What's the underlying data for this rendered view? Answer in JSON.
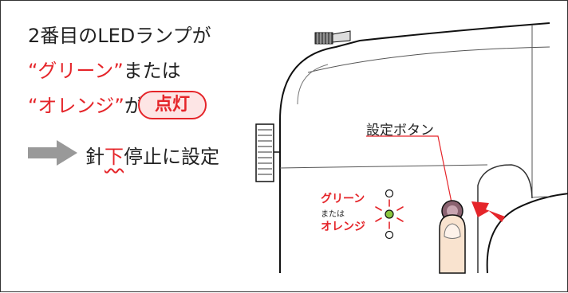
{
  "instruction": {
    "line1": "2番目のLEDランプが",
    "green_quoted": "“グリーン”",
    "line2_rest": "または",
    "orange_quoted": "“オレンジ”",
    "line3_rest": "が",
    "badge": "点灯",
    "result_pre": "針",
    "result_emph": "下",
    "result_post": "停止に設定"
  },
  "callout": {
    "setting_button": "設定ボタン"
  },
  "led_label": {
    "green": "グリーン",
    "or": "または",
    "orange": "オレンジ"
  },
  "colors": {
    "accent_red": "#e5252a",
    "badge_fill": "#fde5e5",
    "arrow_gray": "#999999",
    "led_green": "#8cc63f",
    "finger_skin": "#f9e3cf"
  }
}
